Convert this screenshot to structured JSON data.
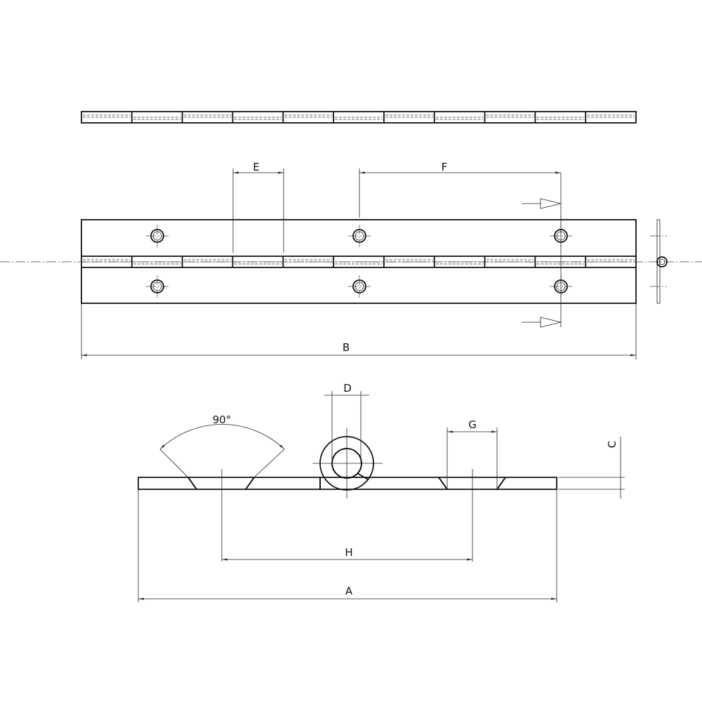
{
  "drawing": {
    "title": "Piano hinge technical drawing",
    "dimension_labels": {
      "A": "A",
      "B": "B",
      "C": "C",
      "D": "D",
      "E": "E",
      "F": "F",
      "G": "G",
      "H": "H",
      "angle": "90°"
    },
    "knuckle_segments": 11,
    "holes_per_leaf": 3
  }
}
